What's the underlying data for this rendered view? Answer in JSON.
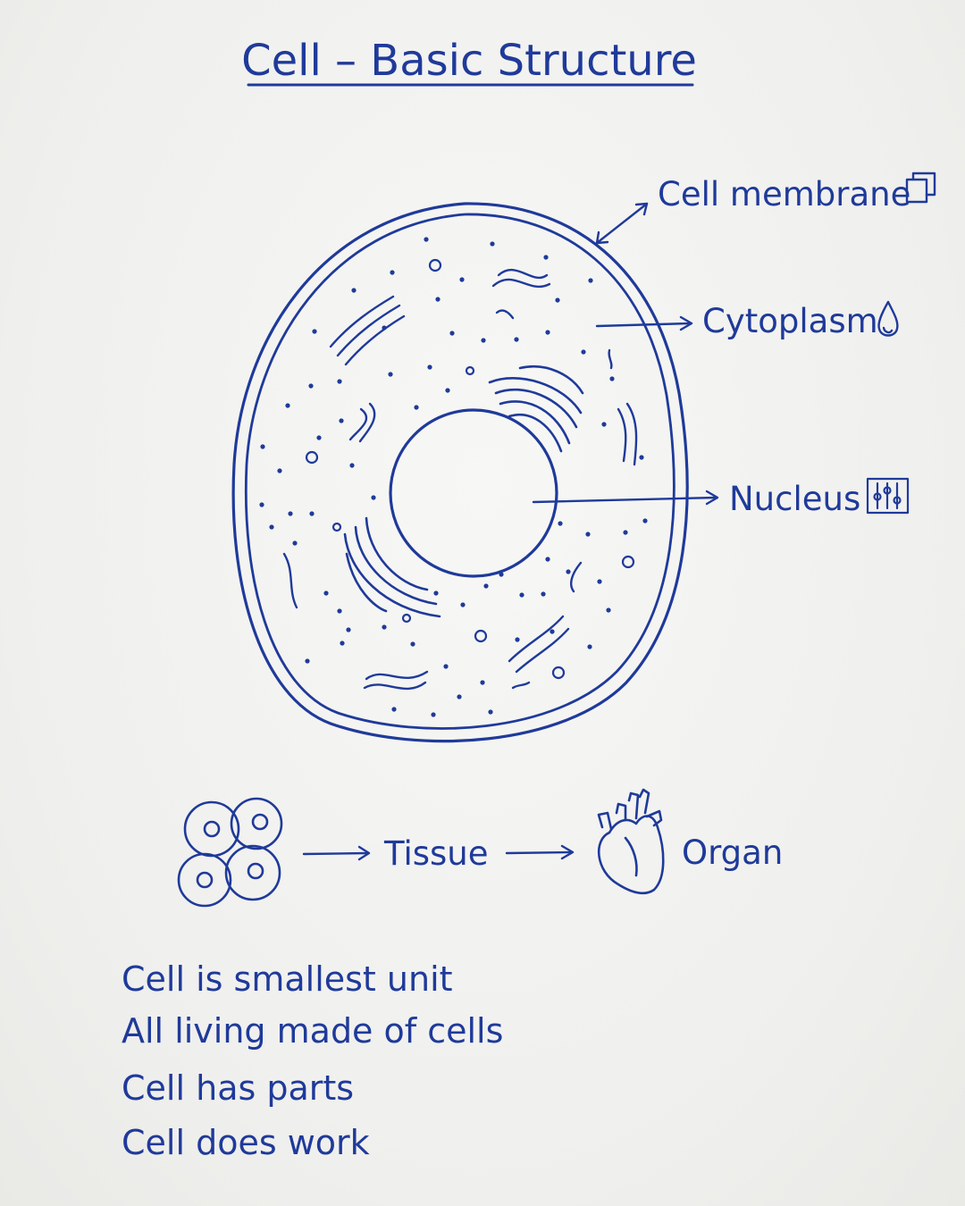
{
  "title": "Cell – Basic Structure",
  "labels": {
    "membrane": "Cell membrane",
    "cytoplasm": "Cytoplasm",
    "nucleus": "Nucleus"
  },
  "flow": {
    "tissue": "Tissue",
    "organ": "Organ"
  },
  "notes": [
    "Cell is smallest unit",
    "All living made of cells",
    "Cell has parts",
    "Cell does work"
  ],
  "colors": {
    "ink": "#1f3a9a",
    "paper": "#f2f2f0"
  },
  "icons": [
    "membrane-box-icon",
    "droplet-icon",
    "sliders-icon",
    "cell-cluster-icon",
    "heart-icon"
  ]
}
